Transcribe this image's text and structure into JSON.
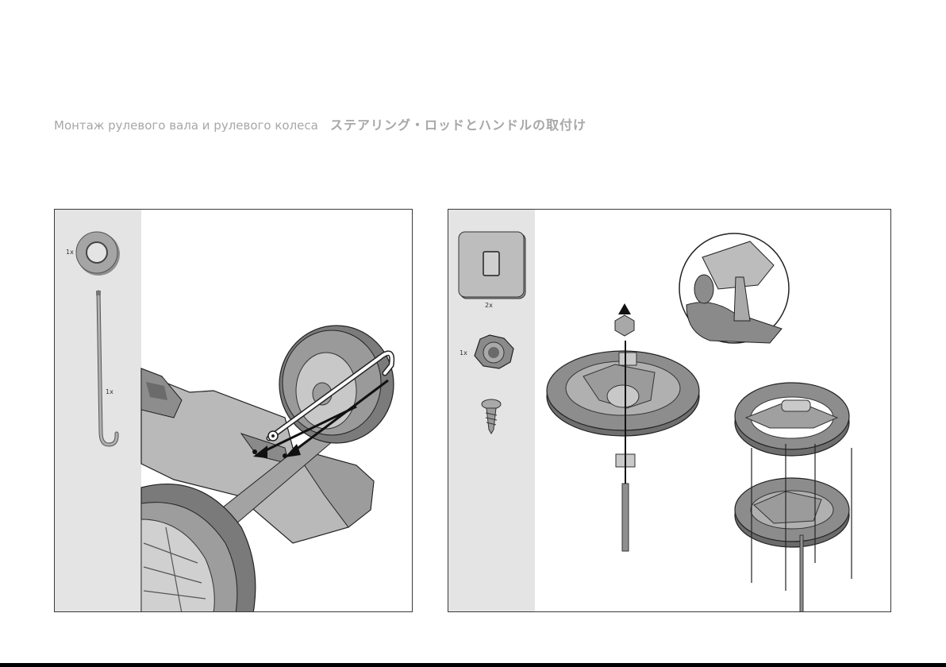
{
  "title": {
    "russian": "Монтаж рулевого вала и рулевого колеса",
    "japanese": "ステアリング・ロッドとハンドルの取付け"
  },
  "left_panel": {
    "parts": [
      {
        "name": "washer",
        "qty": "1x"
      },
      {
        "name": "steering-rod",
        "qty": "1x"
      }
    ]
  },
  "right_panel": {
    "parts": [
      {
        "name": "cap-sticker",
        "qty": "2x"
      },
      {
        "name": "hex-nut",
        "qty": "1x"
      },
      {
        "name": "screw",
        "qty": ""
      }
    ]
  },
  "colors": {
    "panel_border": "#3a3a3a",
    "parts_bg": "#e4e4e4",
    "title_text": "#a7a7a7",
    "part_gray": "#8a8a8a"
  },
  "icons": [
    "washer-icon",
    "steering-rod-icon",
    "cap-icon",
    "hex-nut-icon",
    "screw-icon",
    "arrow-icon"
  ]
}
